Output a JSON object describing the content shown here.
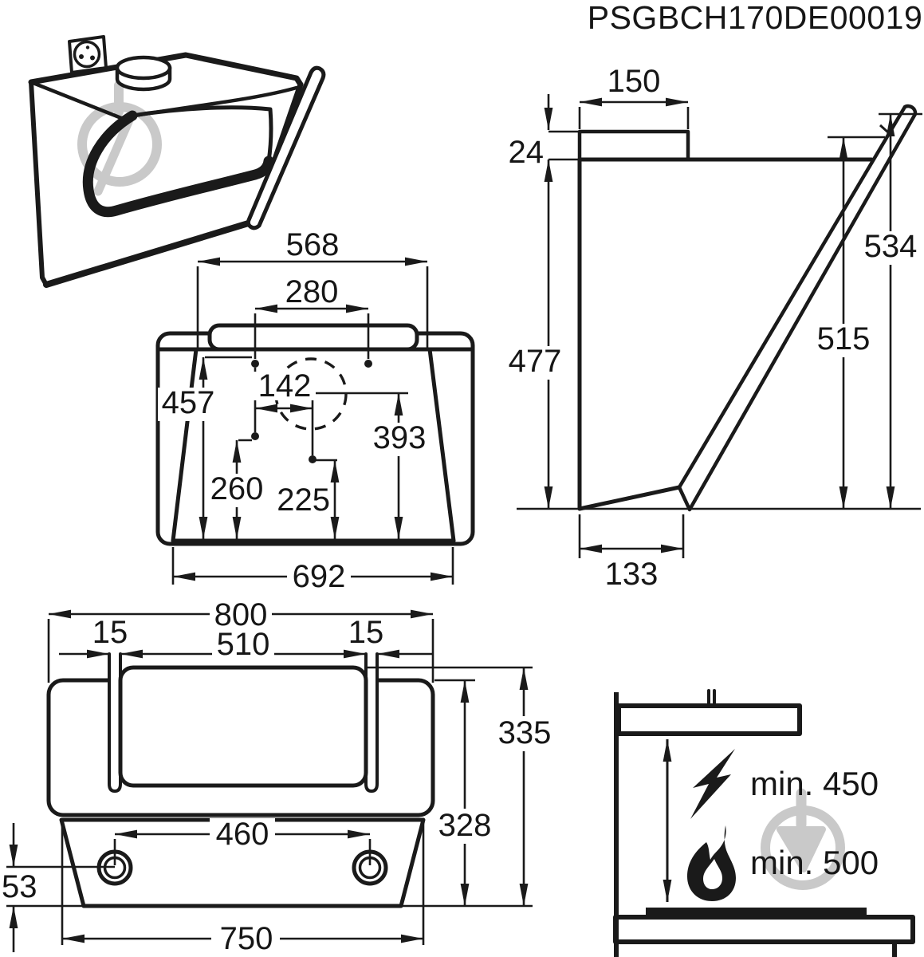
{
  "title": "PSGBCH170DE00019",
  "colors": {
    "line": "#1a1a1a",
    "watermark": "#c9c9c9",
    "background": "#ffffff"
  },
  "perspective_view": {
    "socket_icon": "power-socket-icon",
    "duct_icon": "round-duct-outlet"
  },
  "rear_view": {
    "top_width": "568",
    "bracket_hole_spacing": "280",
    "duct_offset_x": "142",
    "holes_top_height": "457",
    "hole_left_height": "260",
    "hole_right_height": "225",
    "duct_center_height": "393",
    "bottom_width": "692"
  },
  "side_view": {
    "duct_width": "150",
    "duct_protrusion": "24",
    "back_height": "477",
    "front_total_height": "534",
    "glass_length": "515",
    "base_depth": "133"
  },
  "bottom_view": {
    "overall_width": "800",
    "glass_gap_left": "15",
    "opening_width": "510",
    "glass_gap_right": "15",
    "depth_inner": "335",
    "depth_body": "328",
    "lamp_spacing": "460",
    "lamp_offset": "53",
    "base_width": "750"
  },
  "clearance_view": {
    "electric_hob": "min. 450",
    "gas_hob": "min. 500",
    "electric_icon": "lightning-icon",
    "gas_icon": "flame-icon"
  }
}
